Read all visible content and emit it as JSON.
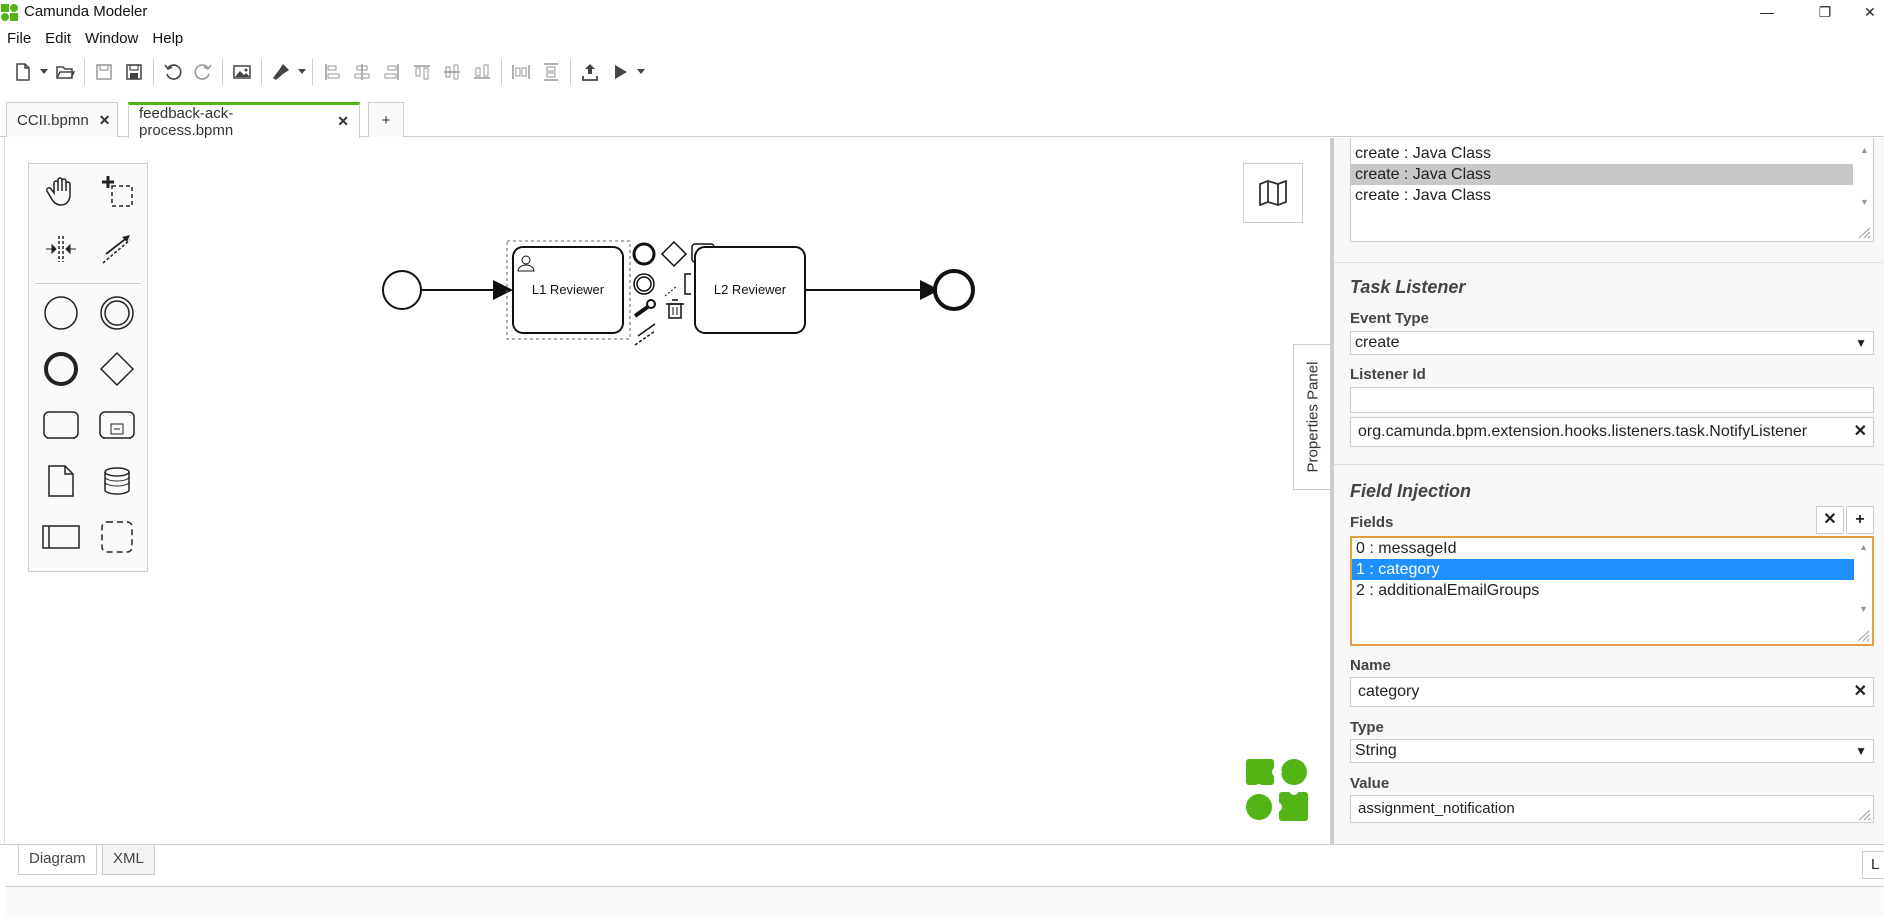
{
  "window": {
    "title": "Camunda Modeler",
    "minimize_glyph": "—",
    "restore_glyph": "❐",
    "close_glyph": "✕"
  },
  "menu": [
    "File",
    "Edit",
    "Window",
    "Help"
  ],
  "toolbar": {
    "icons": [
      "new-file-icon",
      "open-folder-icon",
      "save-icon",
      "save-as-icon",
      "undo-icon",
      "redo-icon",
      "export-image-icon",
      "color-brush-icon",
      "align-left-icon",
      "align-center-icon",
      "align-right-icon",
      "align-top-icon",
      "align-middle-icon",
      "align-bottom-icon",
      "distribute-horizontal-icon",
      "distribute-vertical-icon",
      "deploy-icon",
      "run-icon"
    ]
  },
  "tabs": [
    {
      "label": "CCII.bpmn",
      "close": "✕",
      "active": false
    },
    {
      "label": "feedback-ack-process.bpmn",
      "close": "✕",
      "active": true
    }
  ],
  "new_tab_label": "+",
  "diagram": {
    "tasks": [
      {
        "label": "L1 Reviewer"
      },
      {
        "label": "L2 Reviewer"
      }
    ]
  },
  "properties_toggle_label": "Properties Panel",
  "panel": {
    "listeners_list": [
      "create : Java Class",
      "create : Java Class",
      "create : Java Class"
    ],
    "listeners_selected": 1,
    "task_listener": {
      "title": "Task Listener",
      "event_type_label": "Event Type",
      "event_type_value": "create",
      "listener_id_label": "Listener Id",
      "listener_id_value": "",
      "java_class_value": "org.camunda.bpm.extension.hooks.listeners.task.NotifyListener"
    },
    "field_injection": {
      "title": "Field Injection",
      "fields_label": "Fields",
      "remove_label": "✕",
      "add_label": "+",
      "fields": [
        "0 : messageId",
        "1 : category",
        "2 : additionalEmailGroups"
      ],
      "selected": 1,
      "name_label": "Name",
      "name_value": "category",
      "type_label": "Type",
      "type_value": "String",
      "value_label": "Value",
      "value_value": "assignment_notification"
    },
    "clear_glyph": "✕",
    "caret_glyph": "▼"
  },
  "bottom_tabs": [
    {
      "label": "Diagram",
      "active": true
    },
    {
      "label": "XML",
      "active": false
    }
  ],
  "log_button_label": "L",
  "colors": {
    "accent_green": "#52b415",
    "selection_blue": "#1e90ff",
    "field_focus_border": "#e0a040"
  }
}
